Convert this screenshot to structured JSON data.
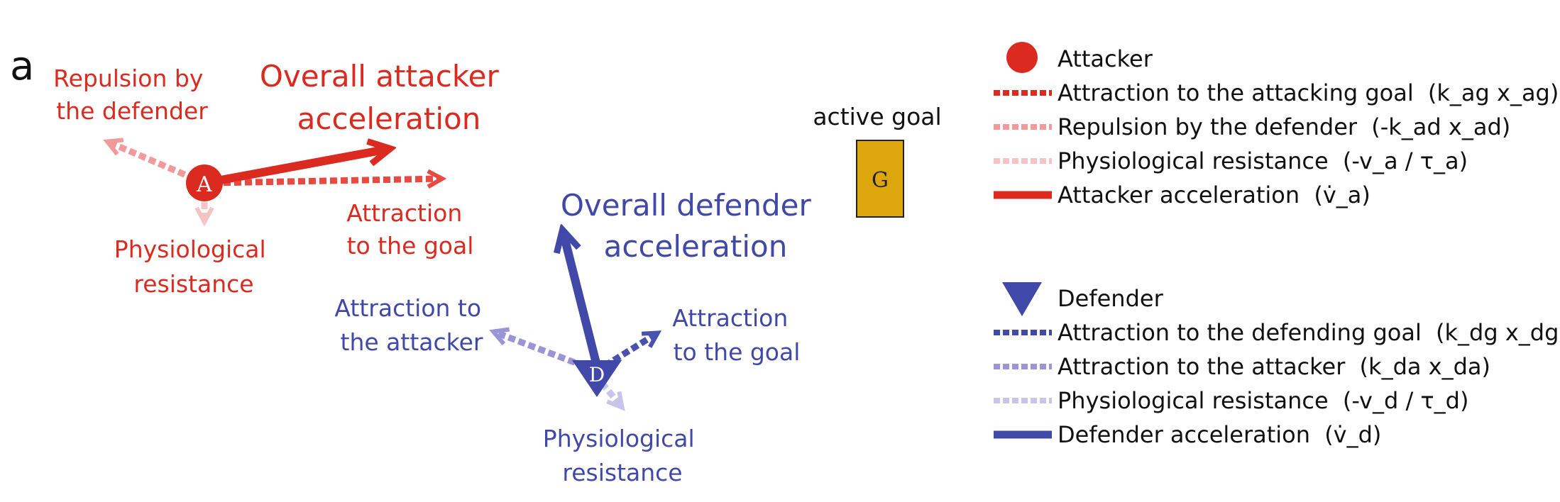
{
  "panel_label": "a",
  "colors": {
    "attacker_dark": "#db2a1f",
    "attacker_mid": "#e84a42",
    "attacker_light": "#f29a99",
    "attacker_lighter": "#f7c2c3",
    "defender_dark": "#4048a8",
    "defender_mid": "#4a52b0",
    "defender_light": "#9a95d6",
    "defender_lighter": "#c8c4ea",
    "goal_fill": "#dca60c"
  },
  "attacker": {
    "marker_letter": "A",
    "label_repulsion": [
      "Repulsion by",
      "the defender"
    ],
    "label_overall": [
      "Overall attacker",
      "acceleration"
    ],
    "label_attraction": [
      "Attraction",
      "to the goal"
    ],
    "label_resistance": [
      "Physiological",
      "resistance"
    ]
  },
  "defender": {
    "marker_letter": "D",
    "label_overall": [
      "Overall defender",
      "acceleration"
    ],
    "label_attraction_attacker": [
      "Attraction to",
      "the attacker"
    ],
    "label_attraction_goal": [
      "Attraction",
      "to the goal"
    ],
    "label_resistance": [
      "Physiological",
      "resistance"
    ]
  },
  "goal": {
    "label": "active goal",
    "letter": "G"
  },
  "legend": {
    "attacker": {
      "title": "Attacker",
      "items": [
        {
          "text": "Attraction to the attacking goal",
          "formula": "(k_ag x_ag)"
        },
        {
          "text": "Repulsion by the defender",
          "formula": "(-k_ad x_ad)"
        },
        {
          "text": "Physiological resistance",
          "formula": "(-v_a / τ_a)"
        },
        {
          "text": "Attacker acceleration",
          "formula": "(v̇_a)"
        }
      ]
    },
    "defender": {
      "title": "Defender",
      "items": [
        {
          "text": "Attraction to the defending goal",
          "formula": "(k_dg x_dg)"
        },
        {
          "text": "Attraction to the attacker",
          "formula": "(k_da x_da)"
        },
        {
          "text": "Physiological resistance",
          "formula": "(-v_d / τ_d)"
        },
        {
          "text": "Defender acceleration",
          "formula": "(v̇_d)"
        }
      ]
    }
  }
}
